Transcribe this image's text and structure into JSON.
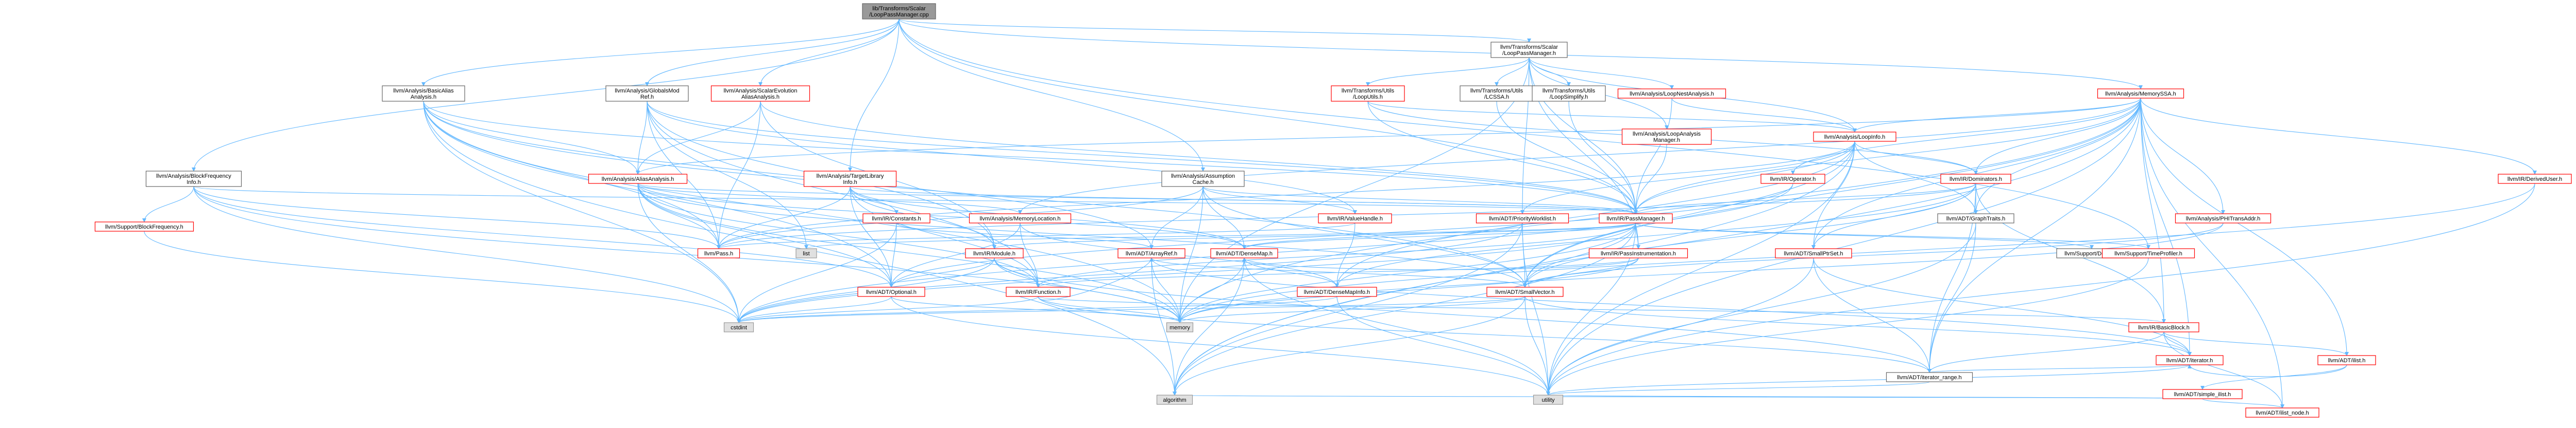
{
  "graph": {
    "title": "",
    "nodes": [
      {
        "id": "root",
        "lines": [
          "lib/Transforms/Scalar",
          "/LoopPassManager.cpp"
        ],
        "kind": "root"
      },
      {
        "id": "lpm",
        "lines": [
          "llvm/Transforms/Scalar",
          "/LoopPassManager.h"
        ],
        "kind": "normal"
      },
      {
        "id": "baa",
        "lines": [
          "llvm/Analysis/BasicAlias",
          "Analysis.h"
        ],
        "kind": "normal"
      },
      {
        "id": "gmr",
        "lines": [
          "llvm/Analysis/GlobalsMod",
          "Ref.h"
        ],
        "kind": "normal"
      },
      {
        "id": "scev",
        "lines": [
          "llvm/Analysis/ScalarEvolution",
          "AliasAnalysis.h"
        ],
        "kind": "red"
      },
      {
        "id": "tli",
        "lines": [
          "llvm/Analysis/TargetLibrary",
          "Info.h"
        ],
        "kind": "red"
      },
      {
        "id": "bfi",
        "lines": [
          "llvm/Analysis/BlockFrequency",
          "Info.h"
        ],
        "kind": "normal"
      },
      {
        "id": "mssa",
        "lines": [
          "llvm/Analysis/MemorySSA.h"
        ],
        "kind": "red"
      },
      {
        "id": "acache",
        "lines": [
          "llvm/Analysis/Assumption",
          "Cache.h"
        ],
        "kind": "normal"
      },
      {
        "id": "lu",
        "lines": [
          "llvm/Transforms/Utils",
          "/LoopUtils.h"
        ],
        "kind": "red"
      },
      {
        "id": "lcssa",
        "lines": [
          "llvm/Transforms/Utils",
          "/LCSSA.h"
        ],
        "kind": "normal"
      },
      {
        "id": "ls",
        "lines": [
          "llvm/Transforms/Utils",
          "/LoopSimplify.h"
        ],
        "kind": "normal"
      },
      {
        "id": "lna",
        "lines": [
          "llvm/Analysis/LoopNestAnalysis.h"
        ],
        "kind": "red"
      },
      {
        "id": "aa",
        "lines": [
          "llvm/Analysis/AliasAnalysis.h"
        ],
        "kind": "red"
      },
      {
        "id": "lam",
        "lines": [
          "llvm/Analysis/LoopAnalysis",
          "Manager.h"
        ],
        "kind": "red"
      },
      {
        "id": "li",
        "lines": [
          "llvm/Analysis/LoopInfo.h"
        ],
        "kind": "red"
      },
      {
        "id": "bf",
        "lines": [
          "llvm/Support/BlockFrequency.h"
        ],
        "kind": "red"
      },
      {
        "id": "ml",
        "lines": [
          "llvm/Analysis/MemoryLocation.h"
        ],
        "kind": "red"
      },
      {
        "id": "const",
        "lines": [
          "llvm/IR/Constants.h"
        ],
        "kind": "red"
      },
      {
        "id": "vh",
        "lines": [
          "llvm/IR/ValueHandle.h"
        ],
        "kind": "red"
      },
      {
        "id": "pw",
        "lines": [
          "llvm/ADT/PriorityWorklist.h"
        ],
        "kind": "red"
      },
      {
        "id": "pm",
        "lines": [
          "llvm/IR/PassManager.h"
        ],
        "kind": "red"
      },
      {
        "id": "op",
        "lines": [
          "llvm/IR/Operator.h"
        ],
        "kind": "red"
      },
      {
        "id": "dom",
        "lines": [
          "llvm/IR/Dominators.h"
        ],
        "kind": "red"
      },
      {
        "id": "phi",
        "lines": [
          "llvm/Analysis/PHITransAddr.h"
        ],
        "kind": "red"
      },
      {
        "id": "du",
        "lines": [
          "llvm/IR/DerivedUser.h"
        ],
        "kind": "red"
      },
      {
        "id": "gt",
        "lines": [
          "llvm/ADT/GraphTraits.h"
        ],
        "kind": "normal"
      },
      {
        "id": "pass",
        "lines": [
          "llvm/Pass.h"
        ],
        "kind": "red"
      },
      {
        "id": "list",
        "lines": [
          "list"
        ],
        "kind": "gray"
      },
      {
        "id": "module",
        "lines": [
          "llvm/IR/Module.h"
        ],
        "kind": "red"
      },
      {
        "id": "aref",
        "lines": [
          "llvm/ADT/ArrayRef.h"
        ],
        "kind": "red"
      },
      {
        "id": "dmap",
        "lines": [
          "llvm/ADT/DenseMap.h"
        ],
        "kind": "red"
      },
      {
        "id": "pinst",
        "lines": [
          "llvm/IR/PassInstrumentation.h"
        ],
        "kind": "red"
      },
      {
        "id": "sps",
        "lines": [
          "llvm/ADT/SmallPtrSet.h"
        ],
        "kind": "red"
      },
      {
        "id": "debug",
        "lines": [
          "llvm/Support/Debug.h"
        ],
        "kind": "normal"
      },
      {
        "id": "timer",
        "lines": [
          "llvm/Support/TimeProfiler.h"
        ],
        "kind": "red"
      },
      {
        "id": "opt",
        "lines": [
          "llvm/ADT/Optional.h"
        ],
        "kind": "red"
      },
      {
        "id": "func",
        "lines": [
          "llvm/IR/Function.h"
        ],
        "kind": "red"
      },
      {
        "id": "dmi",
        "lines": [
          "llvm/ADT/DenseMapInfo.h"
        ],
        "kind": "red"
      },
      {
        "id": "sv",
        "lines": [
          "llvm/ADT/SmallVector.h"
        ],
        "kind": "red"
      },
      {
        "id": "cstdint",
        "lines": [
          "cstdint"
        ],
        "kind": "gray"
      },
      {
        "id": "memory",
        "lines": [
          "memory"
        ],
        "kind": "gray"
      },
      {
        "id": "bb",
        "lines": [
          "llvm/IR/BasicBlock.h"
        ],
        "kind": "red"
      },
      {
        "id": "iter",
        "lines": [
          "llvm/ADT/iterator.h"
        ],
        "kind": "red"
      },
      {
        "id": "ilist",
        "lines": [
          "llvm/ADT/ilist.h"
        ],
        "kind": "red"
      },
      {
        "id": "itr",
        "lines": [
          "llvm/ADT/iterator_range.h"
        ],
        "kind": "normal"
      },
      {
        "id": "sil",
        "lines": [
          "llvm/ADT/simple_ilist.h"
        ],
        "kind": "red"
      },
      {
        "id": "algo",
        "lines": [
          "algorithm"
        ],
        "kind": "gray"
      },
      {
        "id": "util",
        "lines": [
          "utility"
        ],
        "kind": "gray"
      },
      {
        "id": "iln",
        "lines": [
          "llvm/ADT/ilist_node.h"
        ],
        "kind": "red"
      }
    ],
    "edges": [
      [
        "root",
        "lpm"
      ],
      [
        "root",
        "baa"
      ],
      [
        "root",
        "gmr"
      ],
      [
        "root",
        "scev"
      ],
      [
        "root",
        "tli"
      ],
      [
        "root",
        "bfi"
      ],
      [
        "root",
        "mssa"
      ],
      [
        "root",
        "acache"
      ],
      [
        "root",
        "timer"
      ],
      [
        "root",
        "pm"
      ],
      [
        "lpm",
        "lu"
      ],
      [
        "lpm",
        "lcssa"
      ],
      [
        "lpm",
        "ls"
      ],
      [
        "lpm",
        "lna"
      ],
      [
        "lpm",
        "lam"
      ],
      [
        "lpm",
        "pm"
      ],
      [
        "lpm",
        "pw"
      ],
      [
        "lpm",
        "pinst"
      ],
      [
        "lpm",
        "memory"
      ],
      [
        "lpm",
        "li"
      ],
      [
        "baa",
        "aa"
      ],
      [
        "baa",
        "pass"
      ],
      [
        "baa",
        "pm"
      ],
      [
        "baa",
        "opt"
      ],
      [
        "baa",
        "sv"
      ],
      [
        "baa",
        "memory"
      ],
      [
        "baa",
        "cstdint"
      ],
      [
        "baa",
        "algo"
      ],
      [
        "baa",
        "aref"
      ],
      [
        "gmr",
        "aa"
      ],
      [
        "gmr",
        "pass"
      ],
      [
        "gmr",
        "func"
      ],
      [
        "gmr",
        "list"
      ],
      [
        "gmr",
        "vh"
      ],
      [
        "gmr",
        "module"
      ],
      [
        "gmr",
        "pm"
      ],
      [
        "scev",
        "aa"
      ],
      [
        "scev",
        "pass"
      ],
      [
        "scev",
        "pm"
      ],
      [
        "scev",
        "module"
      ],
      [
        "tli",
        "pass"
      ],
      [
        "tli",
        "module"
      ],
      [
        "tli",
        "pm"
      ],
      [
        "tli",
        "dmap"
      ],
      [
        "tli",
        "func"
      ],
      [
        "tli",
        "opt"
      ],
      [
        "tli",
        "const"
      ],
      [
        "bfi",
        "bf"
      ],
      [
        "bfi",
        "pass"
      ],
      [
        "bfi",
        "pm"
      ],
      [
        "bfi",
        "cstdint"
      ],
      [
        "bfi",
        "memory"
      ],
      [
        "bfi",
        "opt"
      ],
      [
        "mssa",
        "aa"
      ],
      [
        "mssa",
        "ml"
      ],
      [
        "mssa",
        "phi"
      ],
      [
        "mssa",
        "du"
      ],
      [
        "mssa",
        "gt"
      ],
      [
        "mssa",
        "dom"
      ],
      [
        "mssa",
        "op"
      ],
      [
        "mssa",
        "li"
      ],
      [
        "mssa",
        "pm"
      ],
      [
        "mssa",
        "sps"
      ],
      [
        "mssa",
        "sv"
      ],
      [
        "mssa",
        "iter"
      ],
      [
        "mssa",
        "ilist"
      ],
      [
        "mssa",
        "bb"
      ],
      [
        "mssa",
        "itr"
      ],
      [
        "mssa",
        "iln"
      ],
      [
        "mssa",
        "memory"
      ],
      [
        "mssa",
        "util"
      ],
      [
        "mssa",
        "algo"
      ],
      [
        "acache",
        "pass"
      ],
      [
        "acache",
        "pm"
      ],
      [
        "acache",
        "vh"
      ],
      [
        "acache",
        "aref"
      ],
      [
        "acache",
        "dmap"
      ],
      [
        "acache",
        "sv"
      ],
      [
        "acache",
        "memory"
      ],
      [
        "aa",
        "ml"
      ],
      [
        "aa",
        "pass"
      ],
      [
        "aa",
        "pm"
      ],
      [
        "aa",
        "func"
      ],
      [
        "aa",
        "opt"
      ],
      [
        "aa",
        "dmap"
      ],
      [
        "aa",
        "sv"
      ],
      [
        "aa",
        "cstdint"
      ],
      [
        "aa",
        "memory"
      ],
      [
        "li",
        "dom"
      ],
      [
        "li",
        "gt"
      ],
      [
        "li",
        "pass"
      ],
      [
        "li",
        "pm"
      ],
      [
        "li",
        "dmi"
      ],
      [
        "li",
        "sps"
      ],
      [
        "li",
        "sv"
      ],
      [
        "li",
        "algo"
      ],
      [
        "li",
        "util"
      ],
      [
        "li",
        "pw"
      ],
      [
        "dom",
        "gt"
      ],
      [
        "dom",
        "pass"
      ],
      [
        "dom",
        "pm"
      ],
      [
        "dom",
        "dmi"
      ],
      [
        "dom",
        "sps"
      ],
      [
        "dom",
        "bb"
      ],
      [
        "dom",
        "itr"
      ],
      [
        "dom",
        "sv"
      ],
      [
        "pw",
        "dmap"
      ],
      [
        "pw",
        "sv"
      ],
      [
        "pw",
        "algo"
      ],
      [
        "pw",
        "util"
      ],
      [
        "pw",
        "cstdint"
      ],
      [
        "pm",
        "pinst"
      ],
      [
        "pm",
        "dmap"
      ],
      [
        "pm",
        "sv"
      ],
      [
        "pm",
        "module"
      ],
      [
        "pm",
        "func"
      ],
      [
        "pm",
        "timer"
      ],
      [
        "pm",
        "debug"
      ],
      [
        "pm",
        "list"
      ],
      [
        "pm",
        "memory"
      ],
      [
        "pm",
        "algo"
      ],
      [
        "pm",
        "util"
      ],
      [
        "pm",
        "cstdint"
      ],
      [
        "ml",
        "opt"
      ],
      [
        "ml",
        "dmi"
      ],
      [
        "ml",
        "func"
      ],
      [
        "const",
        "aref"
      ],
      [
        "const",
        "opt"
      ],
      [
        "const",
        "cstdint"
      ],
      [
        "vh",
        "dmi"
      ],
      [
        "vh",
        "pass"
      ],
      [
        "pinst",
        "dmap"
      ],
      [
        "pinst",
        "sv"
      ],
      [
        "pinst",
        "func"
      ],
      [
        "pinst",
        "memory"
      ],
      [
        "module",
        "func"
      ],
      [
        "module",
        "opt"
      ],
      [
        "module",
        "itr"
      ],
      [
        "module",
        "memory"
      ],
      [
        "module",
        "cstdint"
      ],
      [
        "aref",
        "sv"
      ],
      [
        "aref",
        "algo"
      ],
      [
        "aref",
        "memory"
      ],
      [
        "aref",
        "iter"
      ],
      [
        "dmap",
        "dmi"
      ],
      [
        "dmap",
        "util"
      ],
      [
        "dmap",
        "algo"
      ],
      [
        "dmap",
        "memory"
      ],
      [
        "sps",
        "util"
      ],
      [
        "sps",
        "iter"
      ],
      [
        "sps",
        "itr"
      ],
      [
        "opt",
        "util"
      ],
      [
        "opt",
        "memory"
      ],
      [
        "opt",
        "cstdint"
      ],
      [
        "func",
        "bb"
      ],
      [
        "func",
        "aref"
      ],
      [
        "func",
        "itr"
      ],
      [
        "func",
        "cstdint"
      ],
      [
        "func",
        "memory"
      ],
      [
        "dmi",
        "util"
      ],
      [
        "dmi",
        "cstdint"
      ],
      [
        "sv",
        "iter"
      ],
      [
        "sv",
        "algo"
      ],
      [
        "sv",
        "util"
      ],
      [
        "sv",
        "memory"
      ],
      [
        "sv",
        "cstdint"
      ],
      [
        "bb",
        "ilist"
      ],
      [
        "bb",
        "iter"
      ],
      [
        "bb",
        "itr"
      ],
      [
        "bb",
        "iln"
      ],
      [
        "iter",
        "itr"
      ],
      [
        "iter",
        "util"
      ],
      [
        "ilist",
        "sil"
      ],
      [
        "ilist",
        "iter"
      ],
      [
        "itr",
        "util"
      ],
      [
        "sil",
        "iln"
      ],
      [
        "sil",
        "util"
      ],
      [
        "sil",
        "algo"
      ],
      [
        "gt",
        "itr"
      ],
      [
        "gt",
        "util"
      ],
      [
        "op",
        "opt"
      ],
      [
        "op",
        "cstdint"
      ],
      [
        "phi",
        "sv"
      ],
      [
        "phi",
        "memory"
      ],
      [
        "du",
        "memory"
      ],
      [
        "du",
        "util"
      ],
      [
        "lu",
        "li"
      ],
      [
        "lu",
        "pm"
      ],
      [
        "lu",
        "dom"
      ],
      [
        "lcssa",
        "pm"
      ],
      [
        "ls",
        "pm"
      ],
      [
        "lna",
        "li"
      ],
      [
        "lna",
        "pm"
      ],
      [
        "lam",
        "pm"
      ],
      [
        "bf",
        "cstdint"
      ],
      [
        "timer",
        "util"
      ]
    ]
  }
}
